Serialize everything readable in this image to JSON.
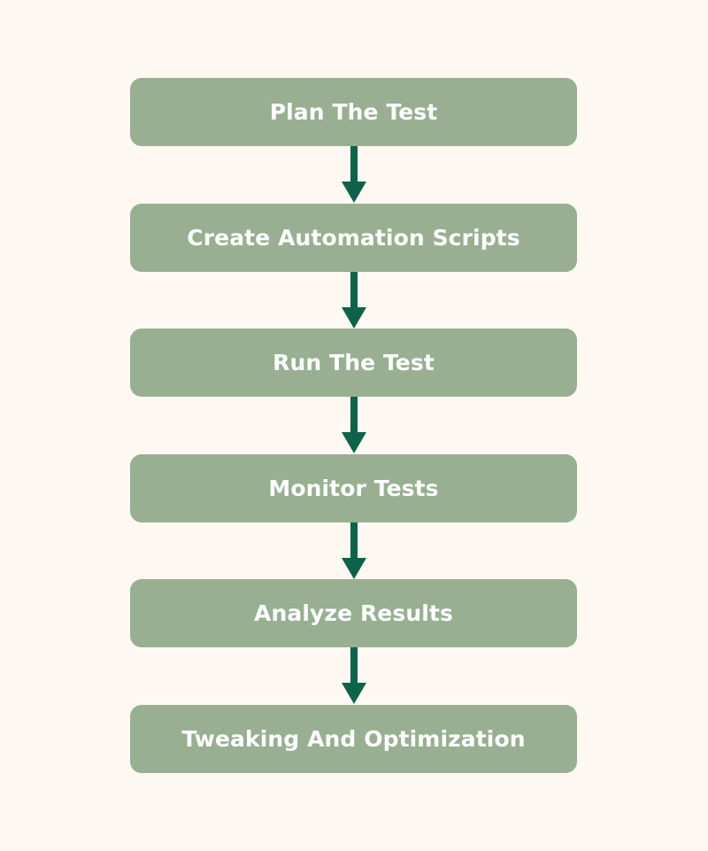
{
  "colors": {
    "background": "#fdf9f2",
    "box_fill": "#98af92",
    "box_text": "#ffffff",
    "arrow": "#0e624a"
  },
  "steps": [
    {
      "label": "Plan The Test"
    },
    {
      "label": "Create Automation Scripts"
    },
    {
      "label": "Run The Test"
    },
    {
      "label": "Monitor Tests"
    },
    {
      "label": "Analyze Results"
    },
    {
      "label": "Tweaking And Optimization"
    }
  ]
}
